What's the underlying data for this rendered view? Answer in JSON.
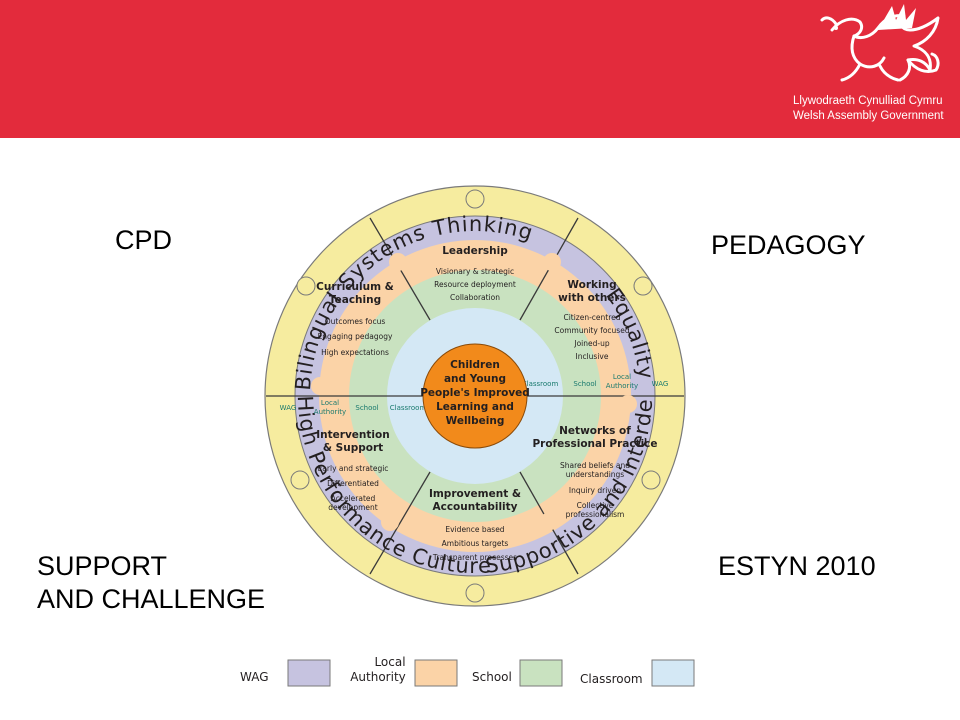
{
  "header": {
    "logo_line1": "Llywodraeth Cynulliad Cymru",
    "logo_line2": "Welsh Assembly Government",
    "logo_icon": "welsh-dragon-icon",
    "banner_color": "#e32b3c"
  },
  "corners": {
    "top_left": "CPD",
    "top_right": "PEDAGOGY",
    "bottom_right": "ESTYN 2010",
    "bottom_left_line1": "SUPPORT",
    "bottom_left_line2": "AND CHALLENGE"
  },
  "ring": {
    "systems_thinking": "Systems Thinking",
    "equality": "Equality",
    "supportive": "Supportive and interdependent",
    "high_performance": "High Performance Culture",
    "bilingual": "Bilingual"
  },
  "segments": {
    "leadership": {
      "title": "Leadership",
      "items": [
        "Visionary & strategic",
        "Resource deployment",
        "Collaboration"
      ]
    },
    "working": {
      "title_line1": "Working",
      "title_line2": "with others",
      "items": [
        "Citizen-centred",
        "Community focused",
        "Joined-up",
        "Inclusive"
      ]
    },
    "networks": {
      "title_line1": "Networks of",
      "title_line2": "Professional Practice",
      "items": [
        "Shared beliefs and",
        "understandings",
        "Inquiry driven",
        "Collective",
        "professionalism"
      ]
    },
    "improvement": {
      "title_line1": "Improvement &",
      "title_line2": "Accountability",
      "items": [
        "Evidence based",
        "Ambitious targets",
        "Transparent processes"
      ]
    },
    "intervention": {
      "title_line1": "Intervention",
      "title_line2": "& Support",
      "items": [
        "Early and strategic",
        "Differentiated",
        "Accelerated",
        "development"
      ]
    },
    "curriculum": {
      "title_line1": "Curriculum &",
      "title_line2": "Teaching",
      "items": [
        "Outcomes focus",
        "Engaging pedagogy",
        "High expectations"
      ]
    }
  },
  "center": {
    "lines": [
      "Children",
      "and Young",
      "People's Improved",
      "Learning and",
      "Wellbeing"
    ]
  },
  "axis_labels": {
    "right": {
      "classroom": "Classroom",
      "school": "School",
      "local1": "Local",
      "local2": "Authority",
      "wag": "WAG"
    },
    "left": {
      "wag": "WAG",
      "local1": "Local",
      "local2": "Authority",
      "school": "School",
      "classroom": "Classroom"
    }
  },
  "legend": {
    "wag": "WAG",
    "local1": "Local",
    "local2": "Authority",
    "school": "School",
    "classroom": "Classroom"
  },
  "colors": {
    "ring_yellow": "#f6ec9f",
    "wag": "#c6c3e0",
    "local_authority": "#fbd3a7",
    "school": "#c9e2c0",
    "classroom": "#d4e8f5",
    "center": "#f28a1b"
  }
}
